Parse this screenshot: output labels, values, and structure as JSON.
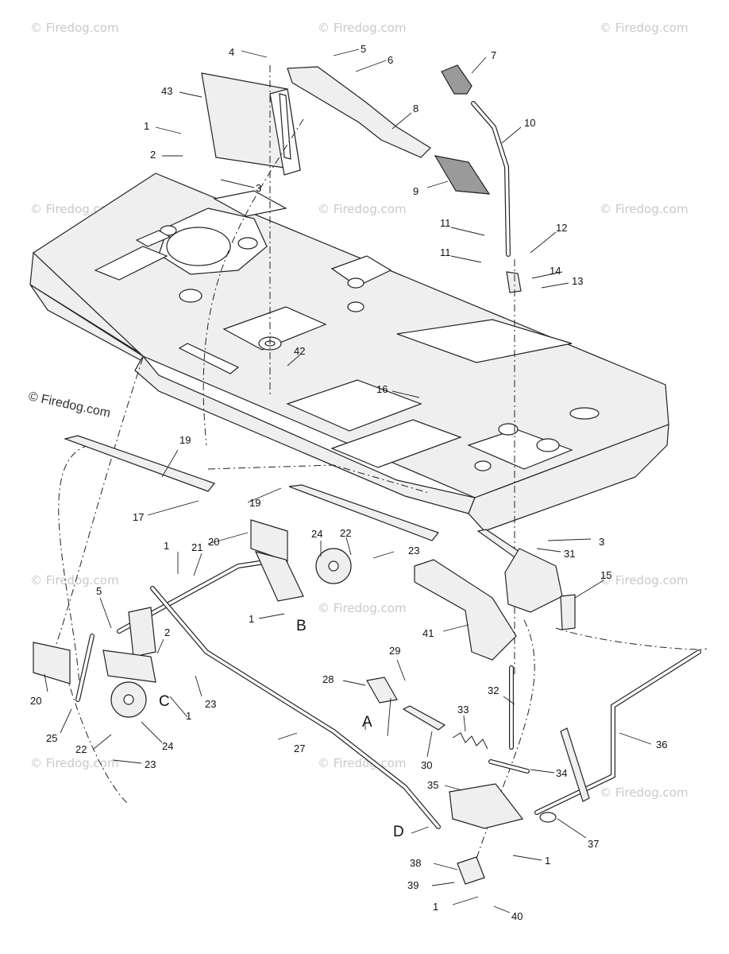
{
  "watermark": "© Firedog.com",
  "copyright": "© Firedog.com",
  "callouts": {
    "A": "A",
    "B": "B",
    "C": "C",
    "D": "D"
  },
  "parts": {
    "p1a": "1",
    "p2a": "2",
    "p3a": "3",
    "p4": "4",
    "p5a": "5",
    "p6": "6",
    "p7": "7",
    "p8": "8",
    "p9": "9",
    "p10": "10",
    "p11a": "11",
    "p11b": "11",
    "p12": "12",
    "p13": "13",
    "p14": "14",
    "p15": "15",
    "p16": "16",
    "p17": "17",
    "p19a": "19",
    "p19b": "19",
    "p20a": "20",
    "p20b": "20",
    "p21": "21",
    "p22a": "22",
    "p22b": "22",
    "p23a": "23",
    "p23b": "23",
    "p23c": "23",
    "p24a": "24",
    "p24b": "24",
    "p25": "25",
    "p27": "27",
    "p28": "28",
    "p29": "29",
    "p30": "30",
    "p31": "31",
    "p32": "32",
    "p33": "33",
    "p34": "34",
    "p35": "35",
    "p36": "36",
    "p37": "37",
    "p38": "38",
    "p39": "39",
    "p40": "40",
    "p41": "41",
    "p42": "42",
    "p43": "43",
    "p1b": "1",
    "p1c": "1",
    "p1d": "1",
    "p1e": "1",
    "p1f": "1",
    "p2b": "2",
    "p3b": "3",
    "p5b": "5"
  }
}
